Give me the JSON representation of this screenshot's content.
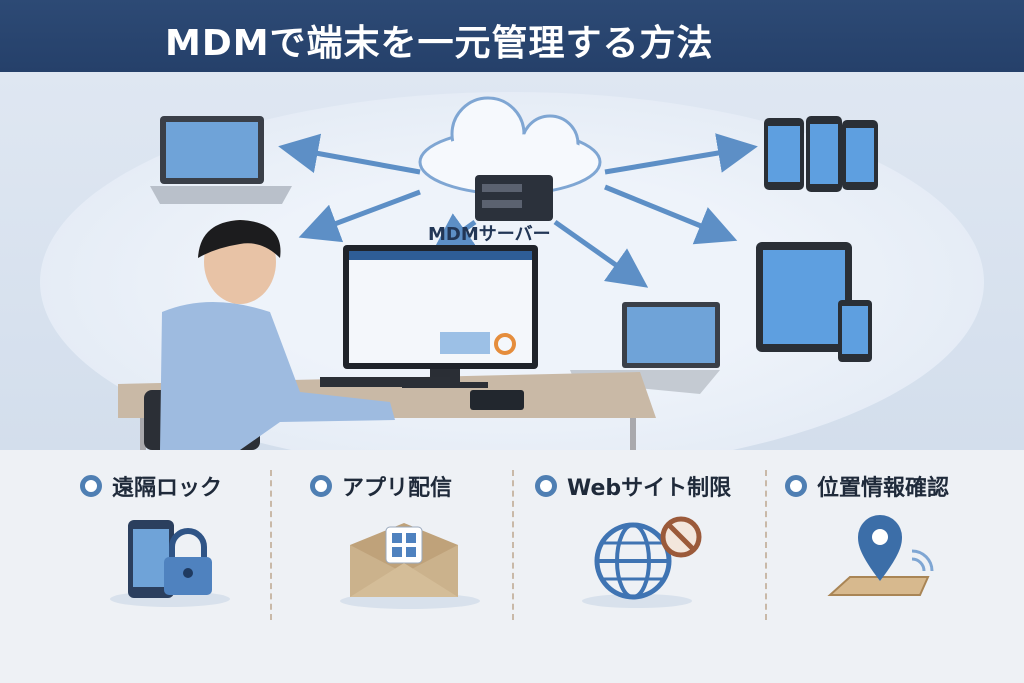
{
  "header": {
    "title": "MDMで端末を一元管理する方法"
  },
  "diagram": {
    "server_label": "MDMサーバー"
  },
  "features": [
    {
      "label": "遠隔ロック",
      "icon": "phone-lock-icon"
    },
    {
      "label": "アプリ配信",
      "icon": "envelope-app-icon"
    },
    {
      "label": "Webサイト制限",
      "icon": "globe-block-icon"
    },
    {
      "label": "位置情報確認",
      "icon": "location-pin-icon"
    }
  ],
  "colors": {
    "header": "#2d4a75",
    "accent": "#4f7fb3"
  }
}
